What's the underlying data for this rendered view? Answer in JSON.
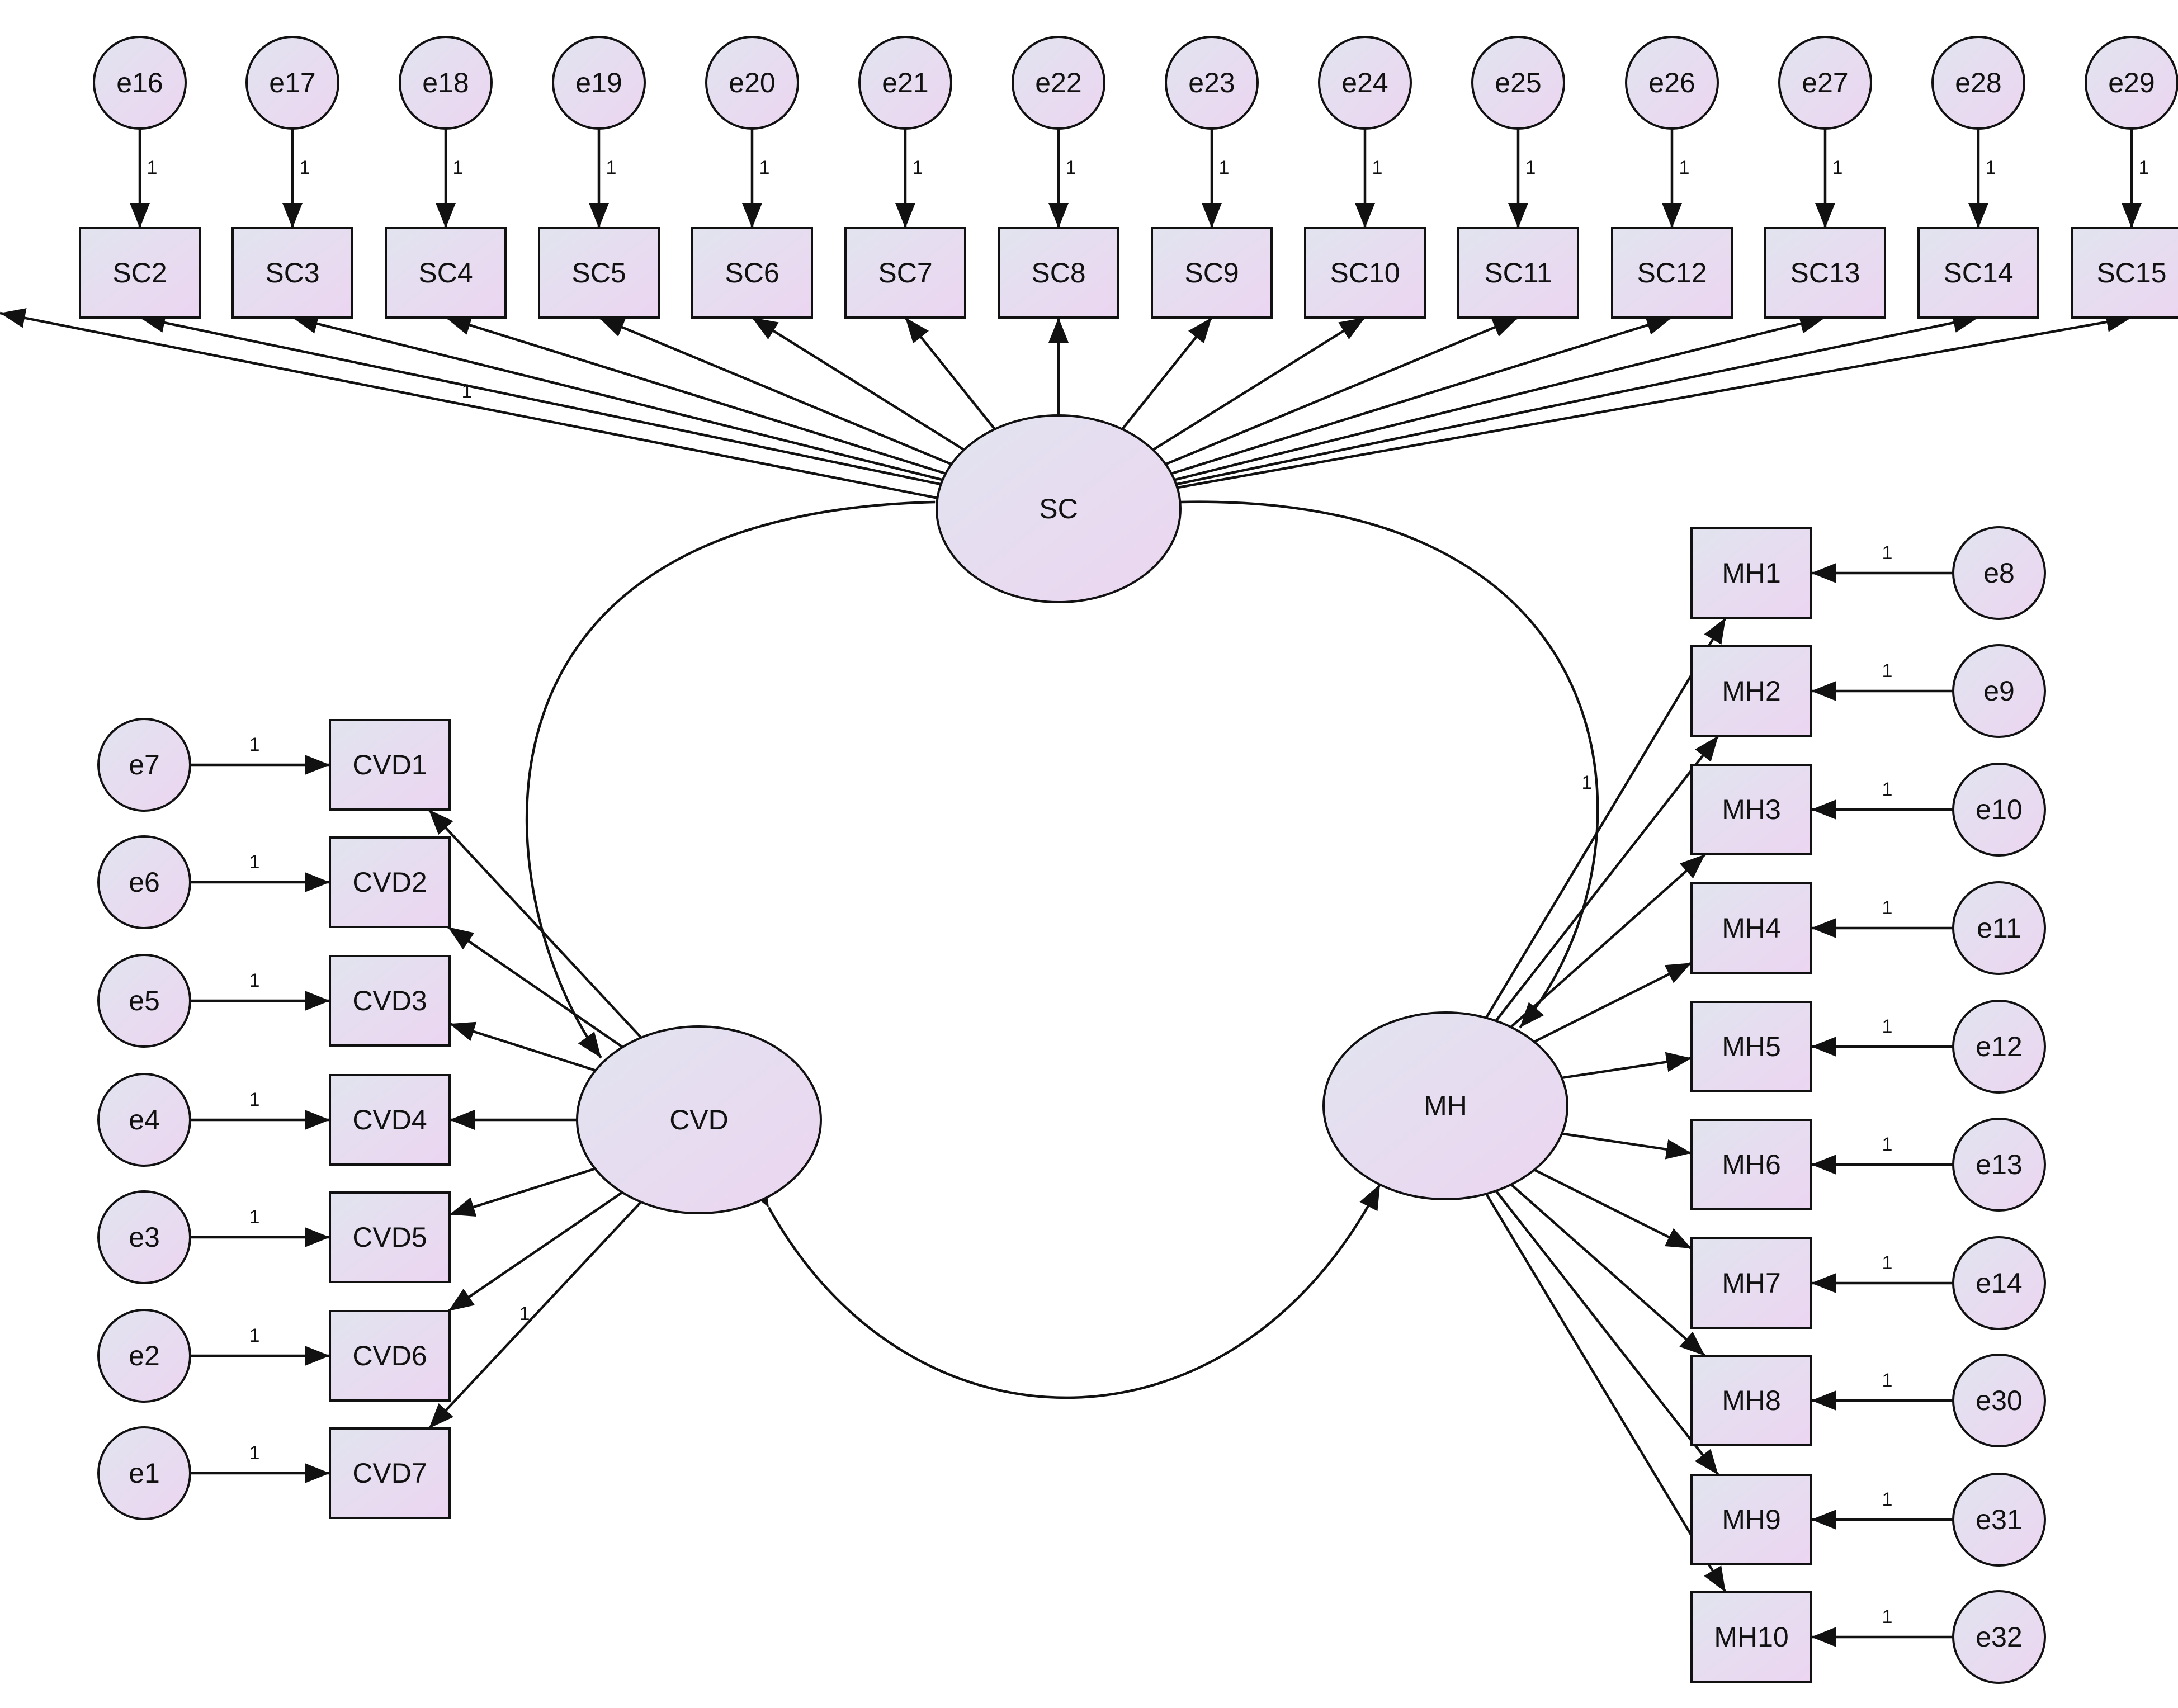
{
  "latent": {
    "sc": "SC",
    "cvd": "CVD",
    "mh": "MH"
  },
  "sc_items": [
    "SC2",
    "SC3",
    "SC4",
    "SC5",
    "SC6",
    "SC7",
    "SC8",
    "SC9",
    "SC10",
    "SC11",
    "SC12",
    "SC13",
    "SC14",
    "SC15"
  ],
  "sc_errors": [
    "e16",
    "e17",
    "e18",
    "e19",
    "e20",
    "e21",
    "e22",
    "e23",
    "e24",
    "e25",
    "e26",
    "e27",
    "e28",
    "e29"
  ],
  "cvd_items": [
    "CVD1",
    "CVD2",
    "CVD3",
    "CVD4",
    "CVD5",
    "CVD6",
    "CVD7"
  ],
  "cvd_errors": [
    "e7",
    "e6",
    "e5",
    "e4",
    "e3",
    "e2",
    "e1"
  ],
  "mh_items": [
    "MH1",
    "MH2",
    "MH3",
    "MH4",
    "MH5",
    "MH6",
    "MH7",
    "MH8",
    "MH9",
    "MH10"
  ],
  "mh_errors": [
    "e8",
    "e9",
    "e10",
    "e11",
    "e12",
    "e13",
    "e14",
    "e30",
    "e31",
    "e32"
  ],
  "fixed_weight": "1",
  "colors": {
    "fill_start": "#e1e4ef",
    "fill_end": "#ecd5f1",
    "stroke": "#111111"
  }
}
